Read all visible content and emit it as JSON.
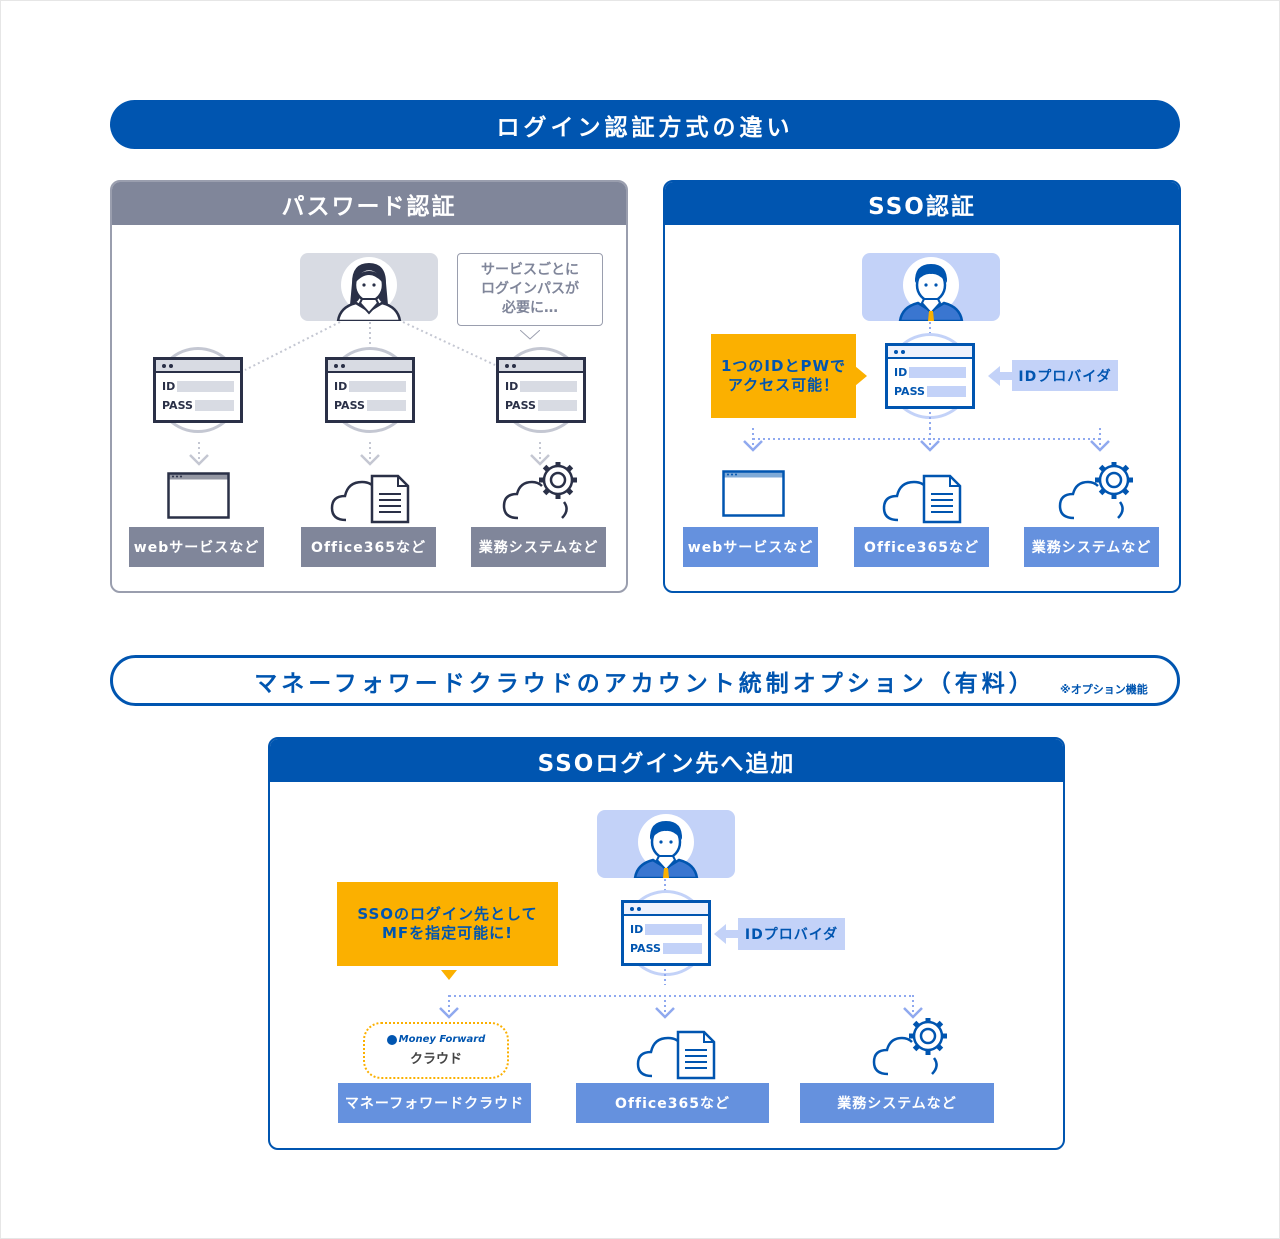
{
  "title": "ログイン認証方式の違い",
  "password_panel": {
    "header": "パスワード認証",
    "bubble": [
      "サービスごとに",
      "ログインパスが",
      "必要に…"
    ],
    "login_id_label": "ID",
    "login_pass_label": "PASS",
    "services": [
      "webサービスなど",
      "Office365など",
      "業務システムなど"
    ]
  },
  "sso_panel": {
    "header": "SSO認証",
    "callout": [
      "1つのIDとPWで",
      "アクセス可能！"
    ],
    "login_id_label": "ID",
    "login_pass_label": "PASS",
    "id_provider": "IDプロバイダ",
    "services": [
      "webサービスなど",
      "Office365など",
      "業務システムなど"
    ]
  },
  "option_bar": {
    "title": "マネーフォワードクラウドのアカウント統制オプション（有料）",
    "note": "※オプション機能"
  },
  "add_panel": {
    "header": "SSOログイン先へ追加",
    "callout": [
      "SSOのログイン先として",
      "MFを指定可能に!"
    ],
    "login_id_label": "ID",
    "login_pass_label": "PASS",
    "id_provider": "IDプロバイダ",
    "mf_logo": "Money Forward",
    "mf_logo_sub": "クラウド",
    "services": [
      "マネーフォワードクラウド",
      "Office365など",
      "業務システムなど"
    ]
  },
  "colors": {
    "brand_blue": "#0055b0",
    "gray": "#80869a",
    "label_blue": "#6591de",
    "light_blue": "#c3d2f8",
    "yellow": "#fbb000",
    "dark": "#2a3047"
  }
}
